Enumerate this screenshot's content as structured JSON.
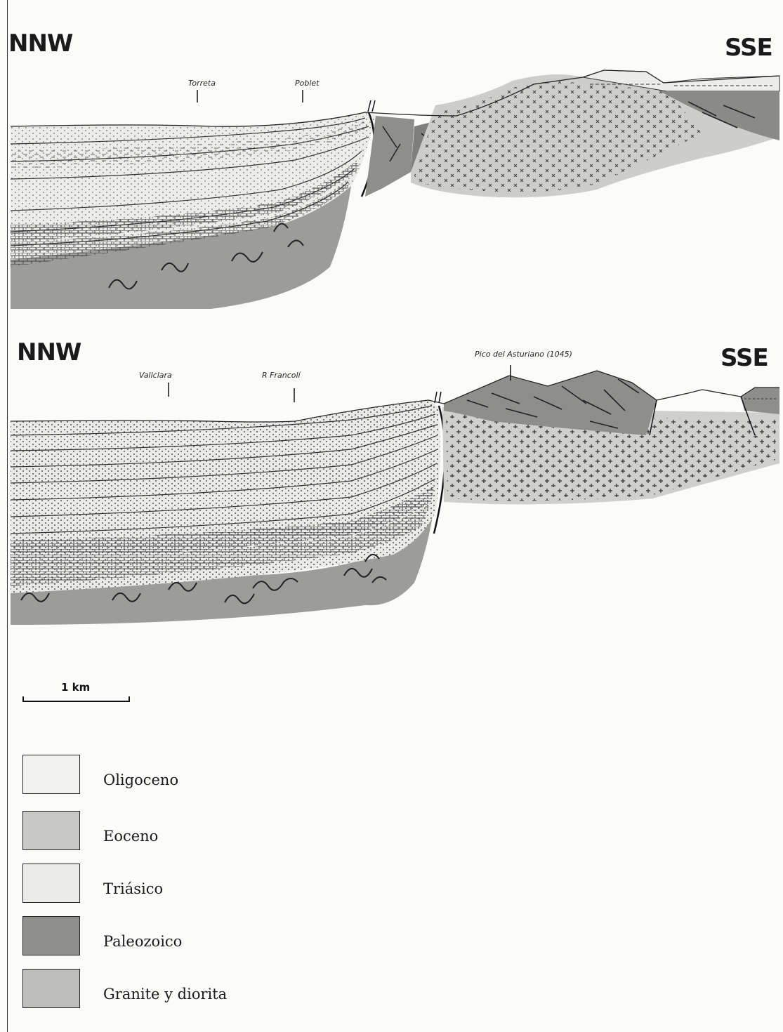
{
  "sections": [
    {
      "left_direction": "NNW",
      "right_direction": "SSE",
      "places": [
        {
          "label": "Torreta"
        },
        {
          "label": "Poblet"
        }
      ]
    },
    {
      "left_direction": "NNW",
      "right_direction": "SSE",
      "places": [
        {
          "label": "Vallclara"
        },
        {
          "label": "R Francolí"
        },
        {
          "label": "Pico del Asturiano (1045)"
        }
      ]
    }
  ],
  "scale": {
    "label": "1 km"
  },
  "legend": [
    {
      "label": "Oligoceno",
      "color": "#f1f1ef"
    },
    {
      "label": "Eoceno",
      "color": "#c8c8c6"
    },
    {
      "label": "Triásico",
      "color": "#ebebe9"
    },
    {
      "label": "Paleozoico",
      "color": "#8f8f8d"
    },
    {
      "label": "Granite y diorita",
      "color": "#bdbdbb"
    }
  ]
}
